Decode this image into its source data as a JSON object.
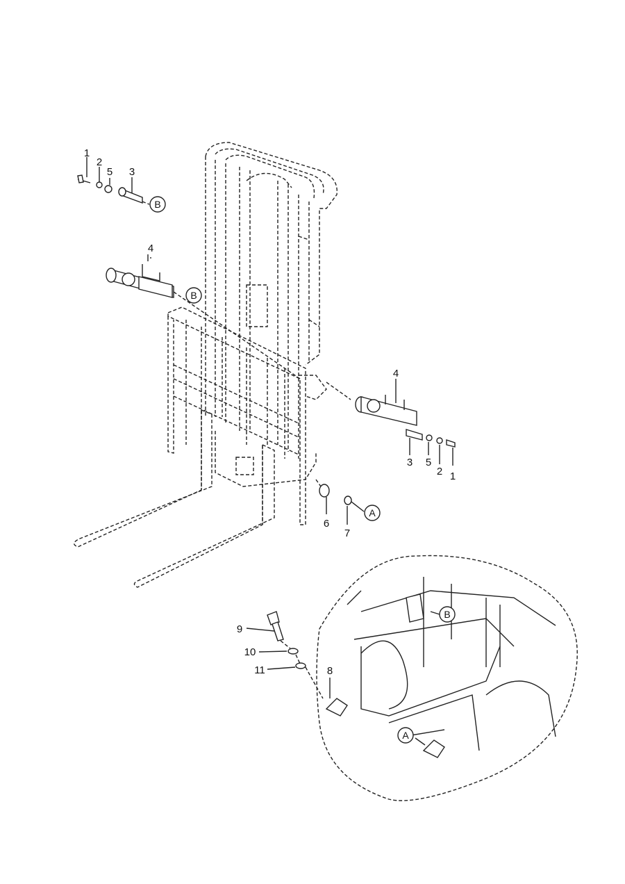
{
  "diagram": {
    "type": "exploded parts diagram - forklift mast tilt cylinders",
    "callouts": {
      "tl_1": "1",
      "tl_2": "2",
      "tl_5": "5",
      "tl_3": "3",
      "tl_B": "B",
      "l_4": "4",
      "l_B": "B",
      "r_4": "4",
      "r_3": "3",
      "r_5": "5",
      "r_2": "2",
      "r_1": "1",
      "r_6": "6",
      "r_7": "7",
      "r_A": "A",
      "d_9": "9",
      "d_10": "10",
      "d_11": "11",
      "d_8": "8",
      "d_B": "B",
      "d_A": "A"
    }
  }
}
